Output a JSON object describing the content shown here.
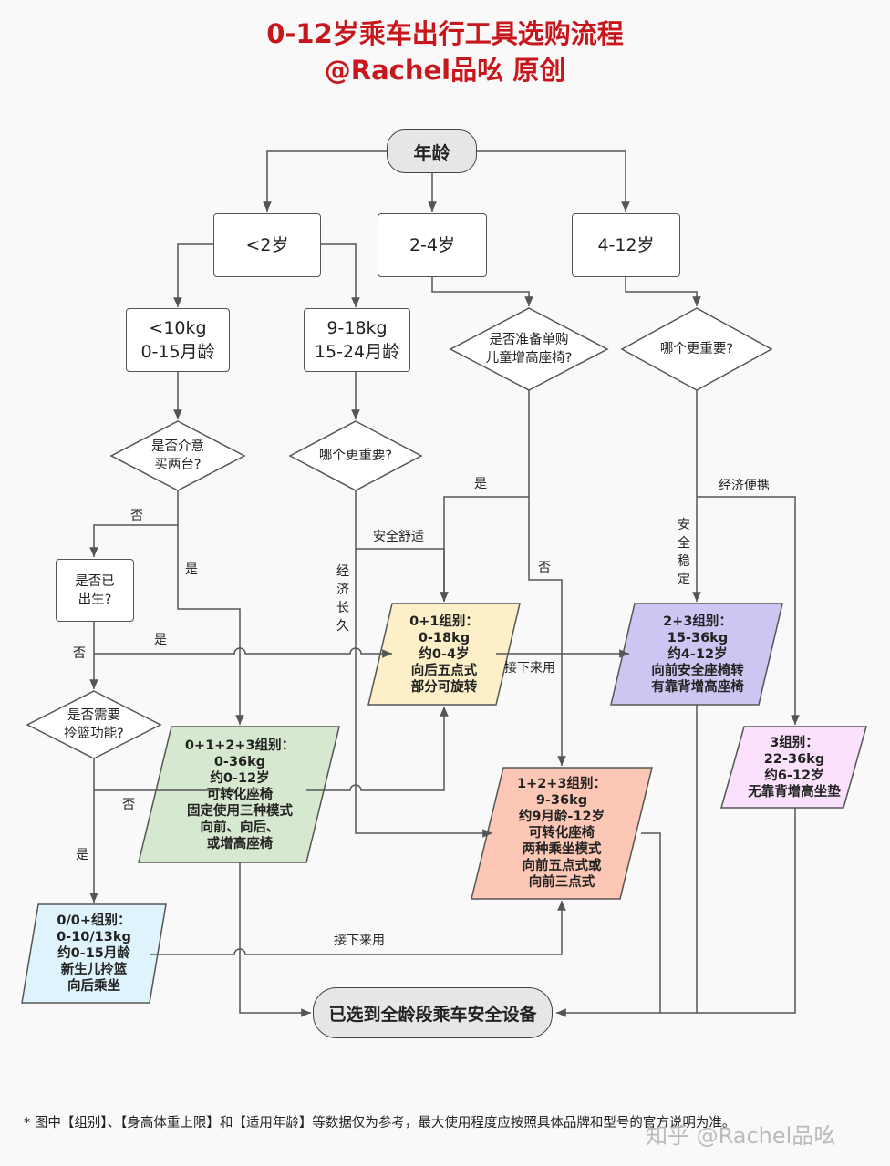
{
  "title": {
    "line1": "0-12岁乘车出行工具选购流程",
    "line2": "@Rachel品吆 原创"
  },
  "nodes": {
    "start": "年龄",
    "age_lt2": "<2岁",
    "age_2_4": "2-4岁",
    "age_4_12": "4-12岁",
    "lt10kg_l1": "<10kg",
    "lt10kg_l2": "0-15月龄",
    "kg9_18_l1": "9-18kg",
    "kg9_18_l2": "15-24月龄",
    "q_two_seats": "是否介意\n买两台?",
    "q_more_important_1": "哪个更重要?",
    "q_buy_booster": "是否准备单购\n儿童增高座椅?",
    "q_more_important_2": "哪个更重要?",
    "q_born": "是否已\n出生?",
    "q_basket": "是否需要\n拎篮功能?",
    "end": "已选到全龄段乘车安全设备"
  },
  "products": {
    "g01": "0+1组别：\n0-18kg\n约0-4岁\n向后五点式\n部分可旋转",
    "g23": "2+3组别：\n15-36kg\n约4-12岁\n向前安全座椅转\n有靠背增高座椅",
    "g3": "3组别：\n22-36kg\n约6-12岁\n无靠背增高坐垫",
    "g0123": "0+1+2+3组别：\n0-36kg\n约0-12岁\n可转化座椅\n固定使用三种模式\n向前、向后、\n或增高座椅",
    "g123": "1+2+3组别：\n9-36kg\n约9月龄-12岁\n可转化座椅\n两种乘坐模式\n向前五点式或\n向前三点式",
    "g00": "0/0+组别：\n0-10/13kg\n约0-15月龄\n新生儿拎篮\n向后乘坐"
  },
  "edge_labels": {
    "no_1": "否",
    "yes_1": "是",
    "yes_2": "是",
    "no_2": "否",
    "no_3": "否",
    "yes_3": "是",
    "safety_comfort": "安全舒适",
    "economy_long": "经\n济\n长\n久",
    "yes_4": "是",
    "no_4": "否",
    "next_use_1": "接下来用",
    "next_use_2": "接下来用",
    "economy_portable": "经济便携",
    "safety_stable": "安\n全\n稳\n定"
  },
  "colors": {
    "title": "#c8171c",
    "g01": "#fdf0c8",
    "g23": "#cdc6f2",
    "g3": "#fbe1fb",
    "g0123": "#d6e8cf",
    "g123": "#fcc7b4",
    "g00": "#dff3fd"
  },
  "footnote": "* 图中【组别】、【身高体重上限】和【适用年龄】等数据仅为参考，最大使用程度应按照具体品牌和型号的官方说明为准。",
  "watermark": "知乎 @Rachel品吆"
}
